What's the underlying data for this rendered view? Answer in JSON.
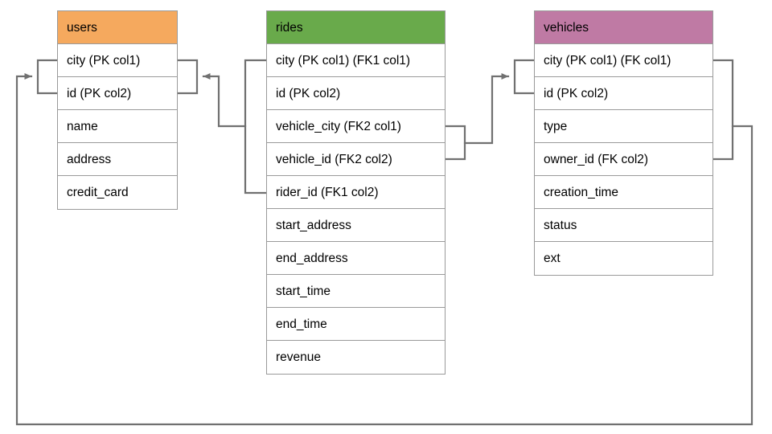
{
  "diagram": {
    "title": "database-schema-er-diagram",
    "background_color": "#ffffff",
    "line_color": "#707070",
    "border_color": "#9a9a9a"
  },
  "entities": [
    {
      "name": "users",
      "header_label": "users",
      "header_color": "#f5a95e",
      "fields": [
        "city (PK col1)",
        "id (PK col2)",
        "name",
        "address",
        "credit_card"
      ]
    },
    {
      "name": "rides",
      "header_label": "rides",
      "header_color": "#69aa4b",
      "fields": [
        "city (PK col1) (FK1 col1)",
        "id (PK col2)",
        "vehicle_city (FK2 col1)",
        "vehicle_id (FK2 col2)",
        "rider_id (FK1 col2)",
        "start_address",
        "end_address",
        "start_time",
        "end_time",
        "revenue"
      ]
    },
    {
      "name": "vehicles",
      "header_label": "vehicles",
      "header_color": "#bf7aa4",
      "fields": [
        "city (PK col1) (FK col1)",
        "id (PK col2)",
        "type",
        "owner_id (FK col2)",
        "creation_time",
        "status",
        "ext"
      ]
    }
  ],
  "relationships": [
    {
      "name": "rides-fk1-to-users",
      "from_entity": "rides",
      "from_fields": [
        "city (PK col1) (FK1 col1)",
        "rider_id (FK1 col2)"
      ],
      "to_entity": "users",
      "to_fields": [
        "city (PK col1)",
        "id (PK col2)"
      ],
      "arrow_direction": "left"
    },
    {
      "name": "rides-fk2-to-vehicles",
      "from_entity": "rides",
      "from_fields": [
        "vehicle_city (FK2 col1)",
        "vehicle_id (FK2 col2)"
      ],
      "to_entity": "vehicles",
      "to_fields": [
        "city (PK col1) (FK col1)",
        "id (PK col2)"
      ],
      "arrow_direction": "right"
    },
    {
      "name": "vehicles-fk-to-users",
      "from_entity": "vehicles",
      "from_fields": [
        "city (PK col1) (FK col1)",
        "owner_id (FK col2)"
      ],
      "to_entity": "users",
      "to_fields": [
        "city (PK col1)",
        "id (PK col2)"
      ],
      "arrow_direction": "left"
    }
  ]
}
